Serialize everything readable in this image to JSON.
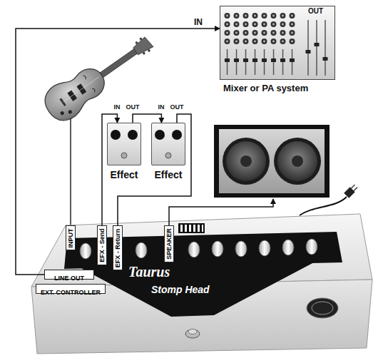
{
  "diagram": {
    "nodes": [
      {
        "text": [
          "OUT",
          "Mixer or PA system"
        ]
      },
      {
        "text": [
          "Effect"
        ]
      },
      {
        "text": [
          "Effect"
        ]
      },
      {
        "text": [
          "Taurus",
          "Stomp Head"
        ]
      },
      {
        "text": [
          "INPUT"
        ],
        "in": 3
      },
      {
        "text": [
          "EFX - Send"
        ],
        "in": 3
      },
      {
        "text": [
          "EFX - Return"
        ],
        "in": 3
      },
      {
        "text": [
          "SPEAKER"
        ],
        "in": 3
      },
      {
        "text": [
          "LINE OUT"
        ],
        "in": 3
      },
      {
        "text": [
          "EXT. CONTROLLER"
        ],
        "in": 3
      }
    ],
    "edges": [
      {
        "from": 5,
        "to": 1,
        "arrow": "to"
      },
      {
        "from": 1,
        "to": 2,
        "arrow": "to"
      },
      {
        "from": 2,
        "to": 6,
        "arrow": "none"
      },
      {
        "from": 8,
        "to": 0,
        "label": "IN",
        "arrow": "to"
      }
    ],
    "labels": [
      "IN",
      "OUT",
      "IN",
      "OUT"
    ]
  }
}
